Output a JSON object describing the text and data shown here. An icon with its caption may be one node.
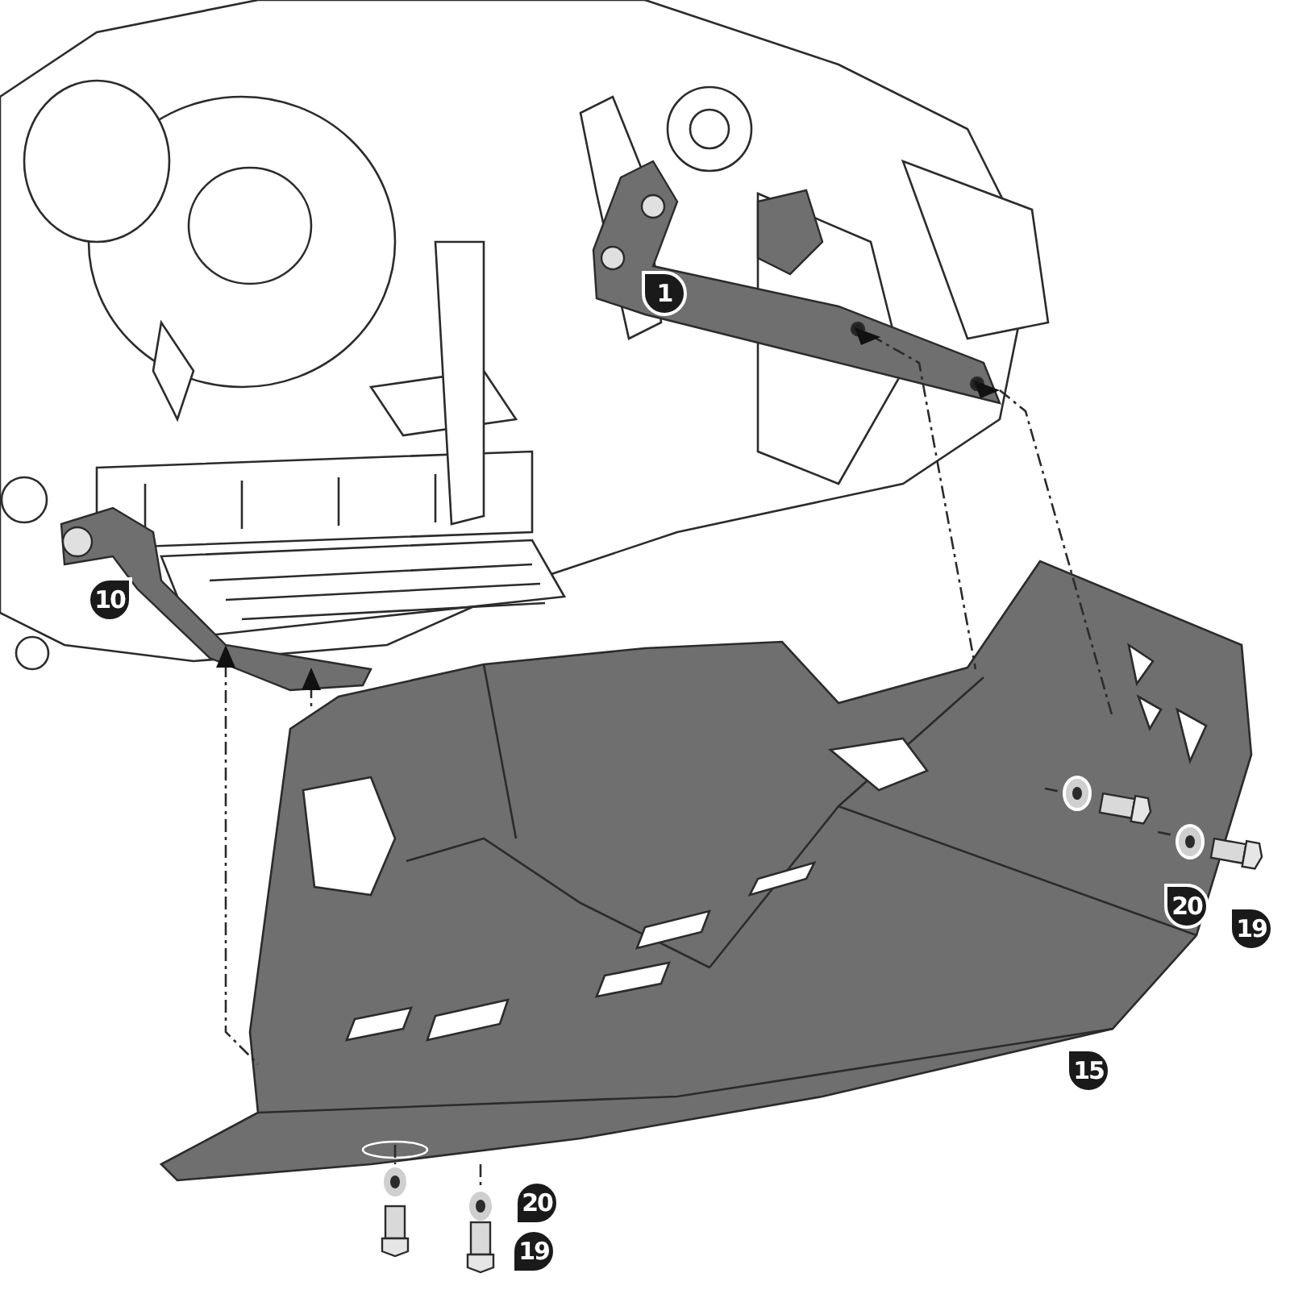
{
  "diagram": {
    "labels": [
      "1",
      "10",
      "20",
      "19",
      "15",
      "20",
      "19"
    ]
  }
}
